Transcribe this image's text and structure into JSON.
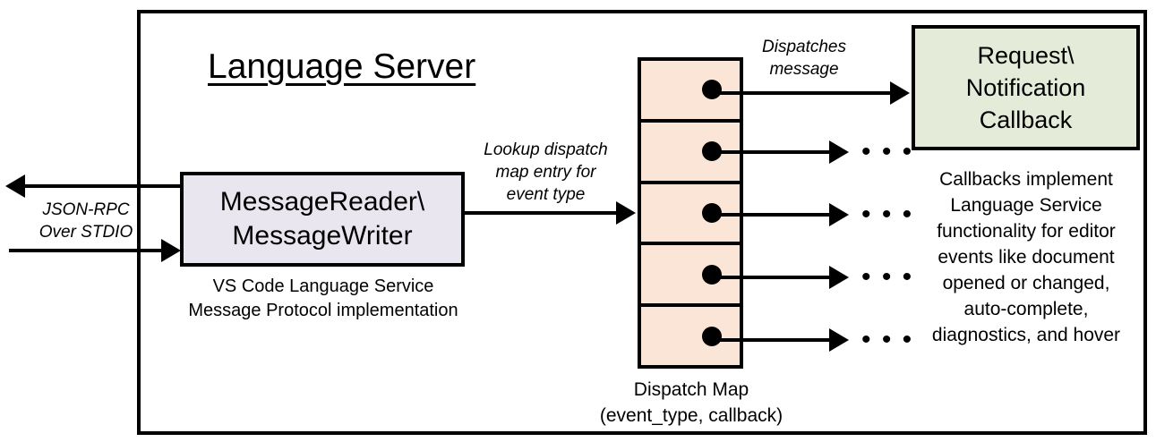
{
  "diagram": {
    "title": "Language Server",
    "boundary_name": "language-server-boundary",
    "colors": {
      "dispatch_map_fill": "#FBE5D6",
      "message_reader_fill": "#EAE6F0",
      "callback_fill": "#E4EBD9",
      "stroke": "#000000",
      "background": "#FFFFFF"
    }
  },
  "external": {
    "transport_label": "JSON-RPC\nOver STDIO"
  },
  "message_reader": {
    "label": "MessageReader\\\nMessageWriter",
    "caption": "VS Code Language Service\nMessage Protocol implementation"
  },
  "lookup_edge": {
    "label": "Lookup dispatch\nmap entry for\nevent type"
  },
  "dispatch_map": {
    "caption": "Dispatch Map\n(event_type, callback)",
    "rows": [
      {
        "index": 1,
        "target": "callback-box",
        "trailing": ""
      },
      {
        "index": 2,
        "target": "ellipsis",
        "trailing": "• • •"
      },
      {
        "index": 3,
        "target": "ellipsis",
        "trailing": "• • •"
      },
      {
        "index": 4,
        "target": "ellipsis",
        "trailing": "• • •"
      },
      {
        "index": 5,
        "target": "ellipsis",
        "trailing": "• • •"
      }
    ]
  },
  "dispatch_edge": {
    "label": "Dispatches\nmessage"
  },
  "callback": {
    "label": "Request\\\nNotification\nCallback",
    "caption": "Callbacks implement\nLanguage Service\nfunctionality for editor\nevents like document\nopened or changed,\nauto-complete,\ndiagnostics, and hover"
  }
}
